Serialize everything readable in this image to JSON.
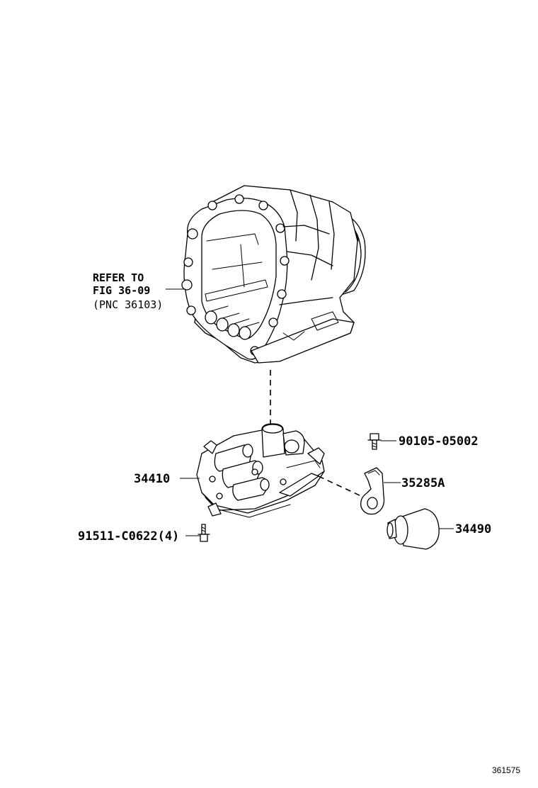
{
  "callouts": {
    "ref_line1": "REFER TO",
    "ref_line2": "FIG 36-09",
    "ref_line3": "(PNC 36103)",
    "part_34410": "34410",
    "part_90105": "90105-05002",
    "part_35285a": "35285A",
    "part_34490": "34490",
    "part_91511": "91511-C0622(4)"
  },
  "figure_id": "361575"
}
